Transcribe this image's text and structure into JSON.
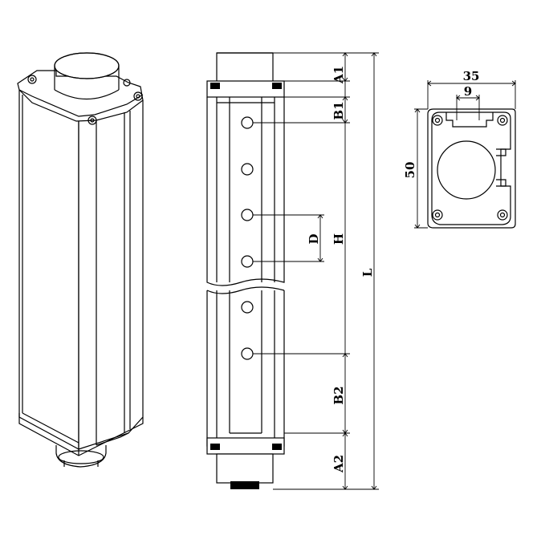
{
  "drawing": {
    "front_view": {
      "dims": {
        "A1": "A1",
        "B1": "B1",
        "D": "D",
        "H": "H",
        "L": "L",
        "B2": "B2",
        "A2": "A2"
      }
    },
    "end_view": {
      "width": "35",
      "slot": "9",
      "height": "50"
    }
  }
}
